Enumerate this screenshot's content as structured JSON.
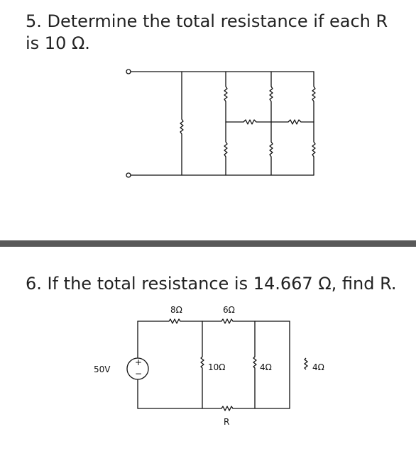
{
  "questions": [
    {
      "text": "5. Determine the total resistance if each R is 10 Ω."
    },
    {
      "text": "6. If the total resistance is 14.667 Ω, find R."
    }
  ],
  "circuit2": {
    "labels": {
      "source": "50V",
      "plus": "+",
      "minus": "−",
      "r_top_left": "8Ω",
      "r_top_right": "6Ω",
      "r_mid": "10Ω",
      "r_right1": "4Ω",
      "r_right2": "4Ω",
      "r_bottom": "R"
    }
  },
  "colors": {
    "wire": "#111111",
    "divider": "#595959",
    "text": "#222222"
  }
}
